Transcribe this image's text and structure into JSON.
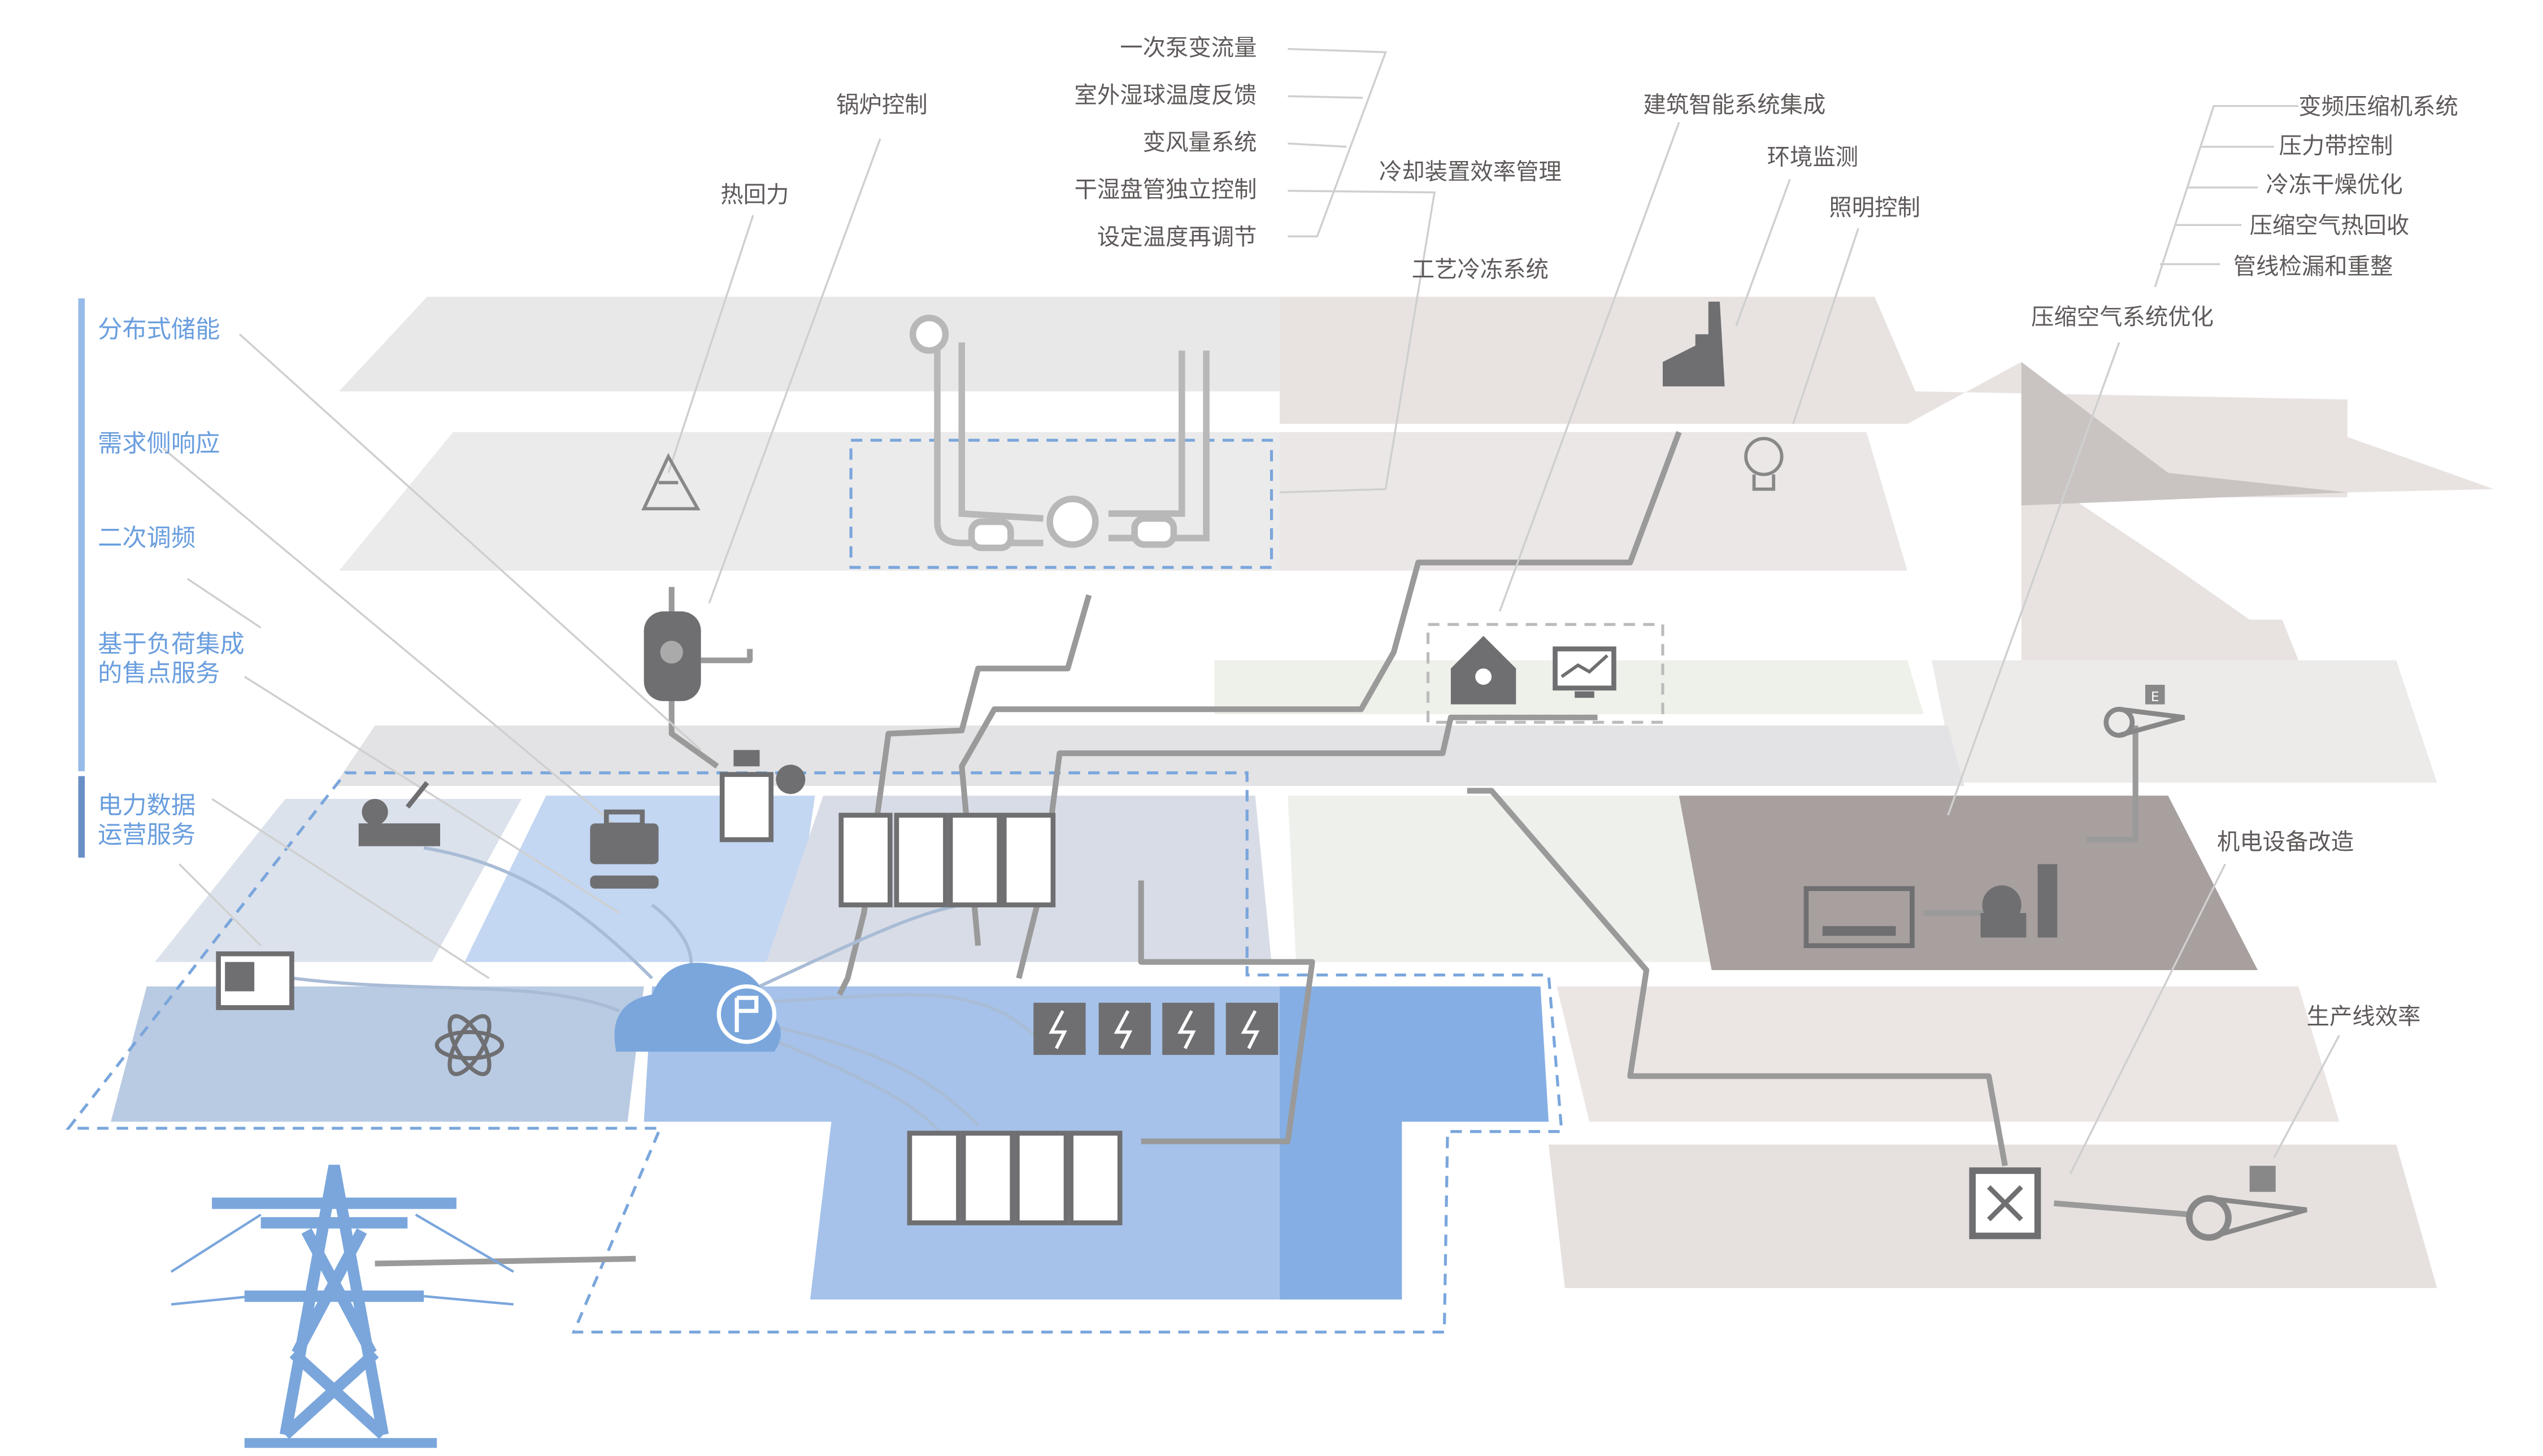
{
  "colors": {
    "accent_blue": "#6a9ede",
    "dark_blue": "#6a8fc6",
    "region_blue": "#8ab0e4",
    "gray_layer": "#e6e4e4",
    "dark_gray": "#a29a98",
    "text": "#5f5a5a"
  },
  "left_labels": {
    "group1": [
      "分布式储能",
      "需求侧响应",
      "二次调频"
    ],
    "group1_multi": {
      "line1": "基于负荷集成",
      "line2": "的售点服务"
    },
    "group2": {
      "line1": "电力数据",
      "line2": "运营服务"
    }
  },
  "top_labels": {
    "boiler_control": "锅炉控制",
    "heat_recovery": "热回力",
    "cooling_list": [
      "一次泵变流量",
      "室外湿球温度反馈",
      "变风量系统",
      "干湿盘管独立控制",
      "设定温度再调节"
    ],
    "cooling_efficiency": "冷却装置效率管理",
    "process_refrigeration": "工艺冷冻系统",
    "building_integration": "建筑智能系统集成",
    "environment_monitoring": "环境监测",
    "lighting_control": "照明控制",
    "compressor_list": [
      "变频压缩机系统",
      "压力带控制",
      "冷冻干燥优化",
      "压缩空气热回收",
      "管线检漏和重整"
    ],
    "compressed_air": "压缩空气系统优化",
    "electromechanical": "机电设备改造",
    "production_line": "生产线效率"
  },
  "icons": [
    "recycle-icon",
    "boiler-icon",
    "chiller-loop-icon",
    "factory-icon",
    "lightbulb-icon",
    "smart-home-icon",
    "monitor-chart-icon",
    "belt-motor-icon",
    "compressor-icon",
    "satellite-station-icon",
    "toolbox-icon",
    "plug-icon",
    "server-rack-icon",
    "battery-icon",
    "cloud-icon",
    "atom-icon",
    "control-panel-icon",
    "power-tower-icon",
    "motor-repair-icon"
  ],
  "badge_letter": "E"
}
